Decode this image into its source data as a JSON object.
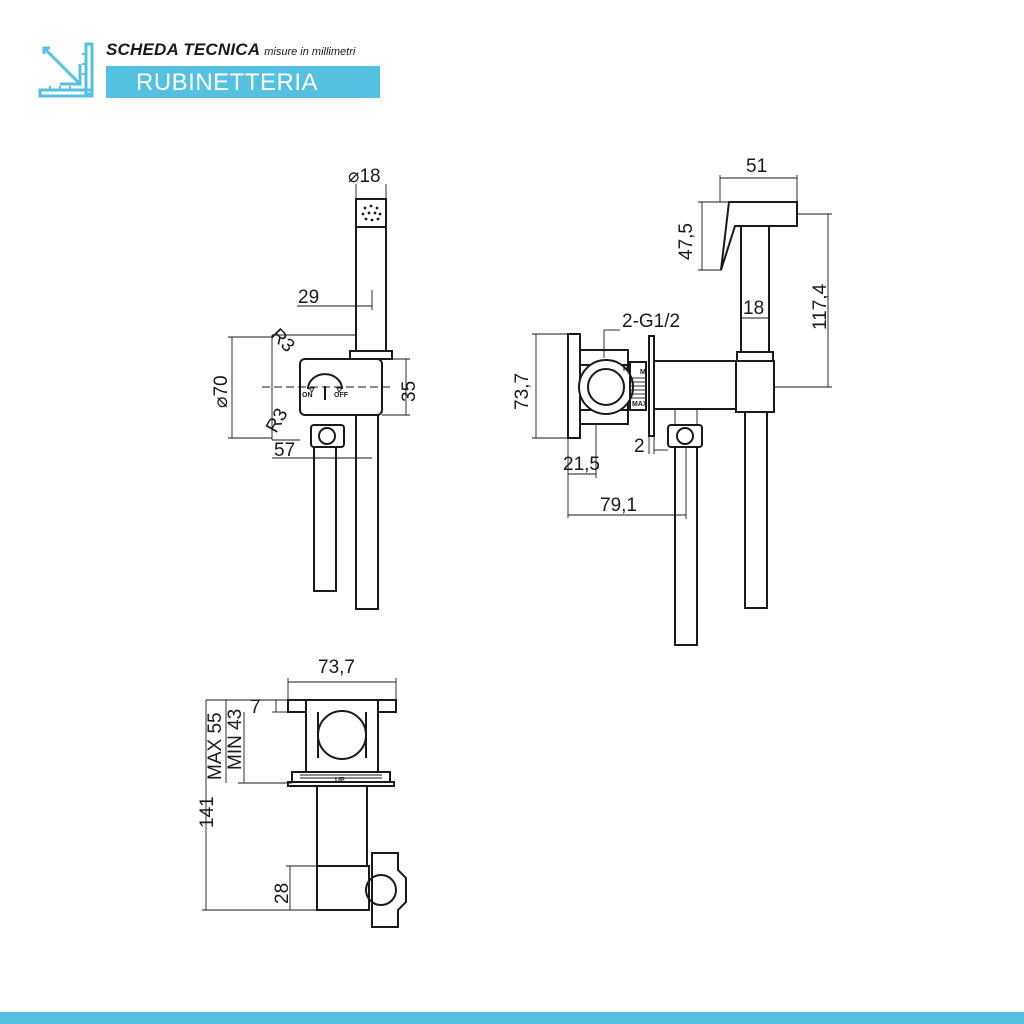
{
  "header": {
    "title": "SCHEDA TECNICA",
    "subtitle": "misure in millimetri",
    "category": "RUBINETTERIA"
  },
  "icons": {
    "logo": "ruler-pencil-icon"
  },
  "colors": {
    "accent": "#55c1e1",
    "line": "#1a1a1a",
    "background": "#ffffff"
  },
  "front_view": {
    "diameter_top": "⌀18",
    "hose_offset": "29",
    "radius_top": "R3",
    "radius_bottom": "R3",
    "plate_diameter": "⌀70",
    "body_height": "35",
    "bottom_offset": "57",
    "label_on": "ON",
    "label_off": "OFF"
  },
  "side_view": {
    "head_width": "51",
    "head_height": "47,5",
    "total_height": "117,4",
    "shower_diameter": "18",
    "connection": "2-G1/2",
    "box_height": "73,7",
    "plate_thickness": "2",
    "box_depth": "21,5",
    "outlet_distance": "79,1",
    "label_h": "H",
    "label_m": "M",
    "label_max": "MAX"
  },
  "top_view": {
    "width": "73,7",
    "flange": "7",
    "depth_max": "MAX 55",
    "depth_min": "MIN 43",
    "total_depth": "141",
    "outlet": "28",
    "label_up": "UP"
  }
}
